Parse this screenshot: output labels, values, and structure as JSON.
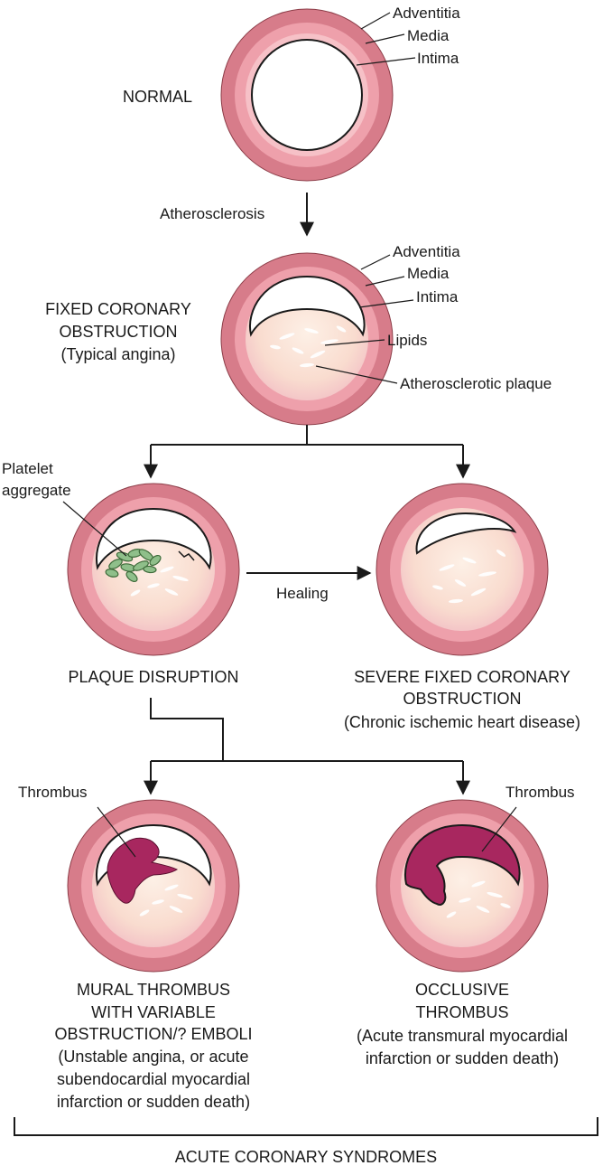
{
  "colors": {
    "adventitia": "#d77c8a",
    "media": "#eea0ab",
    "intima": "#f6c1c7",
    "plaque_outer": "#f3cbd0",
    "plaque_inner": "#fbe8e0",
    "lumen": "#ffffff",
    "platelets": "#8fbf8a",
    "thrombus": "#a8275f",
    "line": "#1a1a1a"
  },
  "stages": {
    "normal": {
      "title": "NORMAL",
      "labels": {
        "adventitia": "Adventitia",
        "media": "Media",
        "intima": "Intima"
      }
    },
    "transition_1": "Atherosclerosis",
    "fixed": {
      "title_line1": "FIXED CORONARY",
      "title_line2": "OBSTRUCTION",
      "subtitle": "(Typical angina)",
      "labels": {
        "adventitia": "Adventitia",
        "media": "Media",
        "intima": "Intima",
        "lipids": "Lipids",
        "plaque": "Atherosclerotic plaque"
      }
    },
    "disruption": {
      "label_line1": "Platelet",
      "label_line2": "aggregate",
      "title": "PLAQUE DISRUPTION"
    },
    "transition_2": "Healing",
    "severe": {
      "title_line1": "SEVERE FIXED CORONARY",
      "title_line2": "OBSTRUCTION",
      "subtitle": "(Chronic ischemic heart disease)"
    },
    "mural": {
      "label": "Thrombus",
      "title_line1": "MURAL THROMBUS",
      "title_line2": "WITH VARIABLE",
      "title_line3": "OBSTRUCTION/? EMBOLI",
      "subtitle_line1": "(Unstable angina, or acute",
      "subtitle_line2": "subendocardial myocardial",
      "subtitle_line3": "infarction or sudden death)"
    },
    "occlusive": {
      "label": "Thrombus",
      "title_line1": "OCCLUSIVE",
      "title_line2": "THROMBUS",
      "subtitle_line1": "(Acute transmural myocardial",
      "subtitle_line2": "infarction or sudden death)"
    }
  },
  "footer": "ACUTE CORONARY SYNDROMES"
}
